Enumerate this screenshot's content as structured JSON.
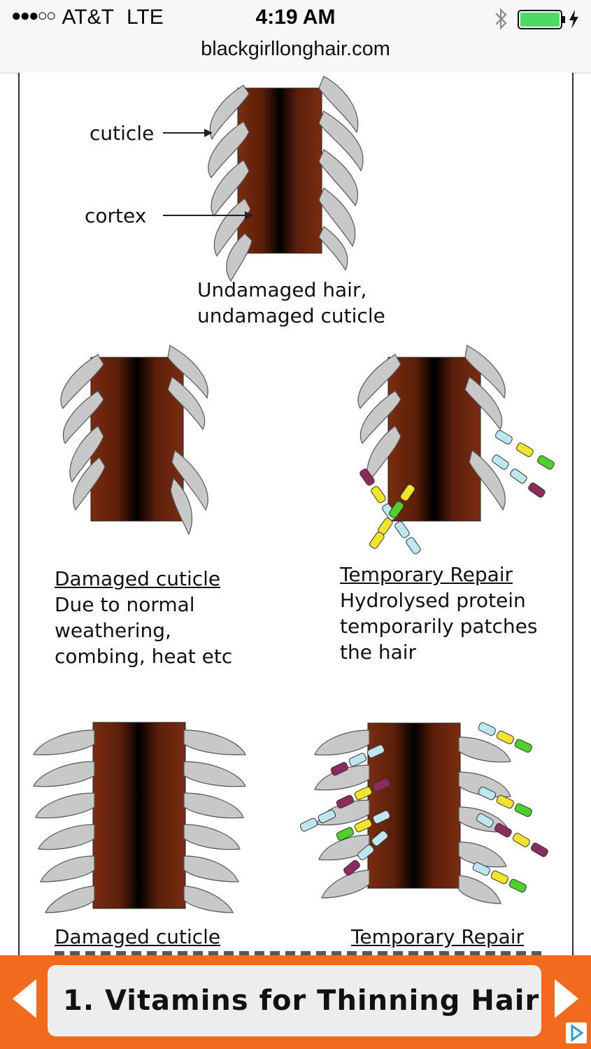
{
  "status_bar": {
    "carrier": "AT&T",
    "network": "LTE",
    "time": "4:19 AM",
    "url": "blackgirllonghair.com",
    "icons": [
      "signal-dots-icon",
      "bluetooth-icon",
      "battery-icon",
      "charging-bolt-icon"
    ],
    "battery_color": "#4cd964"
  },
  "diagram": {
    "top": {
      "callout_cuticle": "cuticle",
      "callout_cortex": "cortex",
      "caption_line1": "Undamaged hair,",
      "caption_line2": "undamaged cuticle"
    },
    "middle_left": {
      "title": "Damaged cuticle",
      "line1": "Due to normal",
      "line2": "weathering,",
      "line3": "combing, heat etc"
    },
    "middle_right": {
      "title": "Temporary Repair",
      "line1": "Hydrolysed protein",
      "line2": "temporarily patches",
      "line3": "the hair"
    },
    "bottom_left": {
      "title": "Damaged cuticle"
    },
    "bottom_right": {
      "title": "Temporary Repair"
    },
    "colors": {
      "cortex_edge": "#7a2d10",
      "cortex_center": "#000000",
      "cuticle": "#c8c8c8",
      "protein_cyan": "#bde7ef",
      "protein_yellow": "#f0e52a",
      "protein_green": "#4fd12a",
      "protein_purple": "#8b2b5e",
      "link_red": "#e21b1b"
    }
  },
  "ad": {
    "text": "1. Vitamins for Thinning Hair",
    "bar_color": "#f26a1e",
    "icons": [
      "prev-arrow-icon",
      "next-arrow-icon",
      "ad-choices-icon"
    ]
  }
}
